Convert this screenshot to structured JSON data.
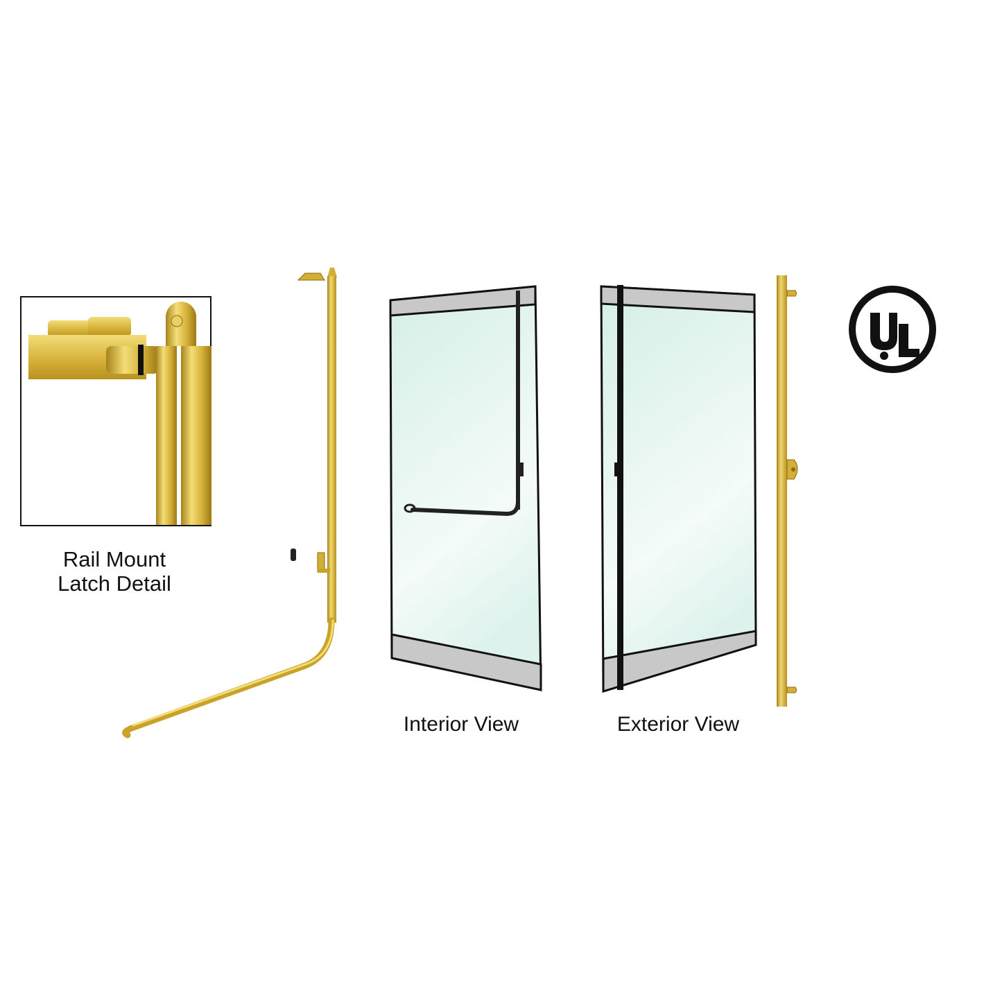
{
  "detail_inset": {
    "caption_line1": "Rail Mount",
    "caption_line2": "Latch Detail"
  },
  "views": {
    "interior_label": "Interior View",
    "exterior_label": "Exterior View"
  },
  "logo": {
    "text_u": "U",
    "text_l": "L",
    "name": "UL certification mark"
  },
  "colors": {
    "brass": "#D4AF37",
    "brass_dark": "#A8841A",
    "brass_light": "#F3DD78",
    "glass": "#DDF2EC",
    "rail_gray": "#C8C8C8",
    "outline": "#111111"
  }
}
